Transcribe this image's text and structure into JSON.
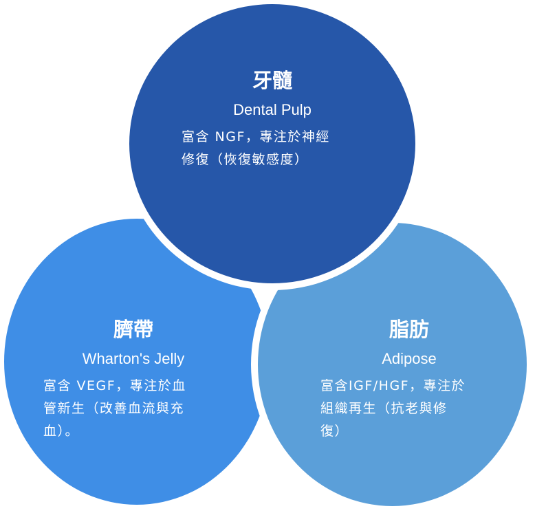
{
  "colors": {
    "dental_pulp": "#2657a9",
    "umbilical_cord": "#3f8ee6",
    "adipose": "#5b9fd9",
    "text": "#ffffff",
    "border": "#ffffff"
  },
  "dental_pulp": {
    "title": "牙髓",
    "subtitle": "Dental Pulp",
    "description": "富含 NGF，專注於神經\n修復（恢復敏感度）"
  },
  "umbilical_cord": {
    "title": "臍帶",
    "subtitle": "Wharton's Jelly",
    "description": "富含 VEGF，專注於血\n管新生（改善血流與充\n血）。"
  },
  "adipose": {
    "title": "脂肪",
    "subtitle": "Adipose",
    "description": "富含IGF/HGF，專注於\n組織再生（抗老與修\n復）"
  }
}
